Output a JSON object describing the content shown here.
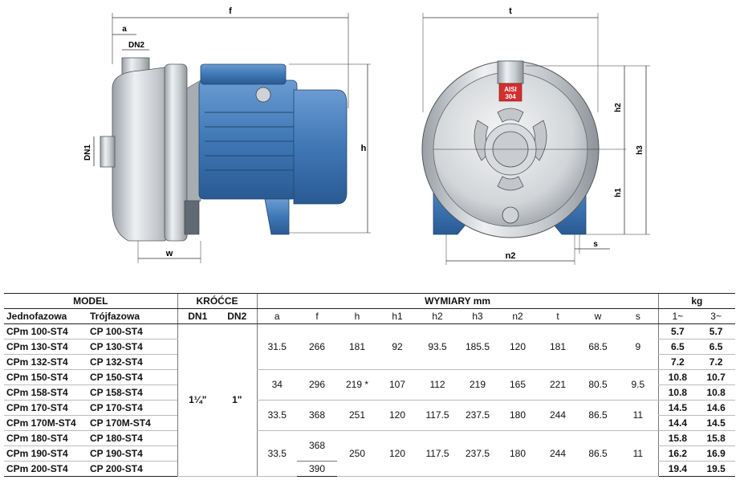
{
  "drawing": {
    "dim_labels": {
      "f": "f",
      "a": "a",
      "dn2": "DN2",
      "dn1": "DN1",
      "h": "h",
      "w": "w",
      "t": "t",
      "h2": "h2",
      "h3": "h3",
      "h1": "h1",
      "s": "s",
      "n2": "n2"
    },
    "plate_line1": "AISI",
    "plate_line2": "304",
    "colors": {
      "motor_blue": "#3f78b6",
      "steel": "#c9ccd0",
      "base_blue": "#4a80bd"
    }
  },
  "table": {
    "header": {
      "model": "MODEL",
      "krocce": "KRÓĆCE",
      "wymiary": "WYMIARY mm",
      "kg": "kg",
      "jednofazowa": "Jednofazowa",
      "trojfazowa": "Trójfazowa",
      "dn1": "DN1",
      "dn2": "DN2",
      "cols": [
        "a",
        "f",
        "h",
        "h1",
        "h2",
        "h3",
        "n2",
        "t",
        "w",
        "s"
      ],
      "kg1": "1~",
      "kg3": "3~"
    },
    "dn1_value": "1¼\"",
    "dn2_value": "1\"",
    "rows": [
      {
        "jedno": "CPm 100-ST4",
        "troj": "CP 100-ST4",
        "kg1": "5.7",
        "kg3": "5.7"
      },
      {
        "jedno": "CPm 130-ST4",
        "troj": "CP 130-ST4",
        "kg1": "6.5",
        "kg3": "6.5"
      },
      {
        "jedno": "CPm 132-ST4",
        "troj": "CP 132-ST4",
        "kg1": "7.2",
        "kg3": "7.2"
      },
      {
        "jedno": "CPm 150-ST4",
        "troj": "CP 150-ST4",
        "kg1": "10.8",
        "kg3": "10.7"
      },
      {
        "jedno": "CPm 158-ST4",
        "troj": "CP 158-ST4",
        "kg1": "10.8",
        "kg3": "10.8"
      },
      {
        "jedno": "CPm 170-ST4",
        "troj": "CP 170-ST4",
        "kg1": "14.5",
        "kg3": "14.6"
      },
      {
        "jedno": "CPm 170M-ST4",
        "troj": "CP 170M-ST4",
        "kg1": "14.4",
        "kg3": "14.5"
      },
      {
        "jedno": "CPm 180-ST4",
        "troj": "CP 180-ST4",
        "kg1": "15.8",
        "kg3": "15.8"
      },
      {
        "jedno": "CPm 190-ST4",
        "troj": "CP 190-ST4",
        "kg1": "16.2",
        "kg3": "16.9"
      },
      {
        "jedno": "CPm 200-ST4",
        "troj": "CP 200-ST4",
        "kg1": "19.4",
        "kg3": "19.5"
      }
    ],
    "groups": [
      {
        "a": "31.5",
        "f": "266",
        "h": "181",
        "h1": "92",
        "h2": "93.5",
        "h3": "185.5",
        "n2": "120",
        "t": "181",
        "w": "68.5",
        "s": "9"
      },
      {
        "a": "34",
        "f": "296",
        "h": "219 *",
        "h1": "107",
        "h2": "112",
        "h3": "219",
        "n2": "165",
        "t": "221",
        "w": "80.5",
        "s": "9.5"
      },
      {
        "a": "33.5",
        "f": "368",
        "h": "251",
        "h1": "120",
        "h2": "117.5",
        "h3": "237.5",
        "n2": "180",
        "t": "244",
        "w": "86.5",
        "s": "11"
      },
      {
        "a": "33.5",
        "f1": "368",
        "f2": "390",
        "h": "250",
        "h1": "120",
        "h2": "117.5",
        "h3": "237.5",
        "n2": "180",
        "t": "244",
        "w": "86.5",
        "s": "11"
      }
    ]
  }
}
